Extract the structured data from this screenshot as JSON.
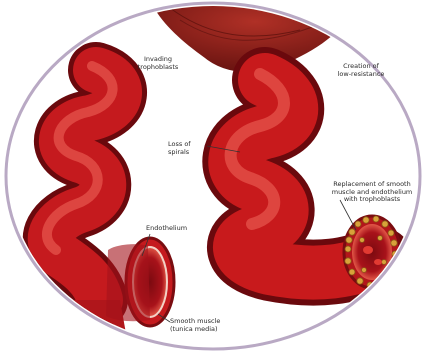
{
  "labels": {
    "invading": [
      "Invading",
      "trophoblasts"
    ],
    "creation": [
      "Creation of",
      "low-resistance"
    ],
    "loss": [
      "Loss of",
      "spirals"
    ],
    "replacement": [
      "Replacement of smooth",
      "muscle and endothelium",
      "with trophoblasts"
    ],
    "endothelium": "Endothelium",
    "smooth_muscle": [
      "Smooth muscle",
      "(tunica media)"
    ]
  },
  "colors": {
    "vessel_red": "#c81a1c",
    "vessel_dark": "#7a0c10",
    "vessel_highlight": "#f06a5c",
    "placenta": "#8c1e1a",
    "trophoblast": "#d8a23a",
    "frame": "#b9a9c4"
  }
}
